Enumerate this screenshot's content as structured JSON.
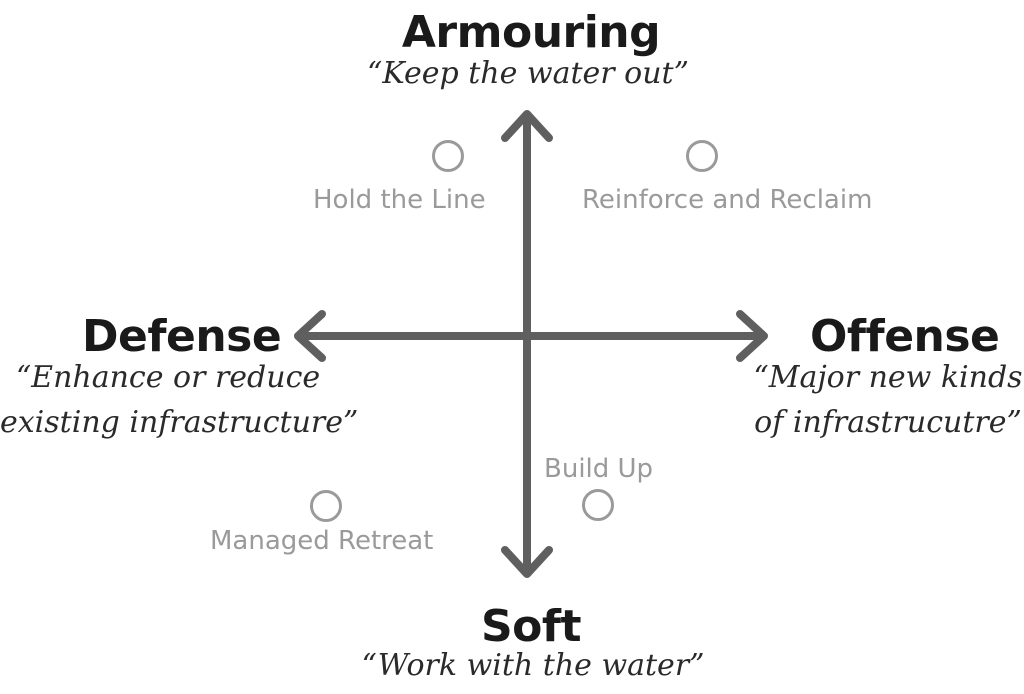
{
  "poles": {
    "top": {
      "title": "Armouring",
      "subtitle": "“Keep the water out”"
    },
    "left": {
      "title": "Defense",
      "subtitle_line1": "“Enhance or reduce",
      "subtitle_line2": "existing infrastructure”"
    },
    "right": {
      "title": "Offense",
      "subtitle_line1": "“Major new kinds",
      "subtitle_line2": "of infrastrucutre”"
    },
    "bottom": {
      "title": "Soft",
      "subtitle": "“Work with the water”"
    }
  },
  "strategies": [
    {
      "label": "Hold the Line"
    },
    {
      "label": "Reinforce and Reclaim"
    },
    {
      "label": "Managed Retreat"
    },
    {
      "label": "Build Up"
    }
  ],
  "colors": {
    "axis": "#5f5f5f",
    "marker": "#9a9a9a",
    "label": "#9a9a9a",
    "title": "#1a1a1a"
  }
}
